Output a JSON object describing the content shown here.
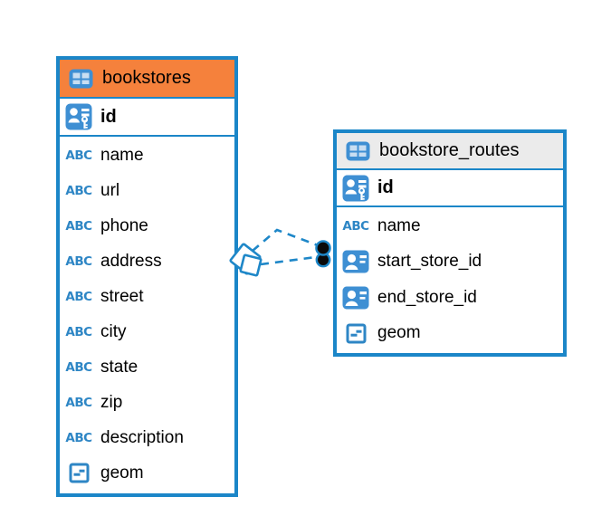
{
  "diagram": {
    "tables": [
      {
        "name": "bookstores",
        "primary_key": "id",
        "columns": [
          {
            "label": "name",
            "type": "text"
          },
          {
            "label": "url",
            "type": "text"
          },
          {
            "label": "phone",
            "type": "text"
          },
          {
            "label": "address",
            "type": "text"
          },
          {
            "label": "street",
            "type": "text"
          },
          {
            "label": "city",
            "type": "text"
          },
          {
            "label": "state",
            "type": "text"
          },
          {
            "label": "zip",
            "type": "text"
          },
          {
            "label": "description",
            "type": "text"
          },
          {
            "label": "geom",
            "type": "geometry"
          }
        ]
      },
      {
        "name": "bookstore_routes",
        "primary_key": "id",
        "columns": [
          {
            "label": "name",
            "type": "text"
          },
          {
            "label": "start_store_id",
            "type": "reference"
          },
          {
            "label": "end_store_id",
            "type": "reference"
          },
          {
            "label": "geom",
            "type": "geometry"
          }
        ]
      }
    ],
    "relationships": [
      {
        "from": "bookstore_routes",
        "to": "bookstores",
        "style": "dashed"
      },
      {
        "from": "bookstore_routes",
        "to": "bookstores",
        "style": "dashed"
      }
    ],
    "icons": {
      "text_type": "ABC"
    },
    "colors": {
      "table_border": "#1b86c8",
      "bookstores_header": "#f5813c",
      "bookstore_routes_header": "#ebebeb",
      "icon_blue": "#3e8fd3",
      "icon_stroke_blue": "#2e86c5",
      "relationship_line": "#1e87c8",
      "connector_dot_fill": "#0a0a0a",
      "text": "#000000"
    }
  }
}
